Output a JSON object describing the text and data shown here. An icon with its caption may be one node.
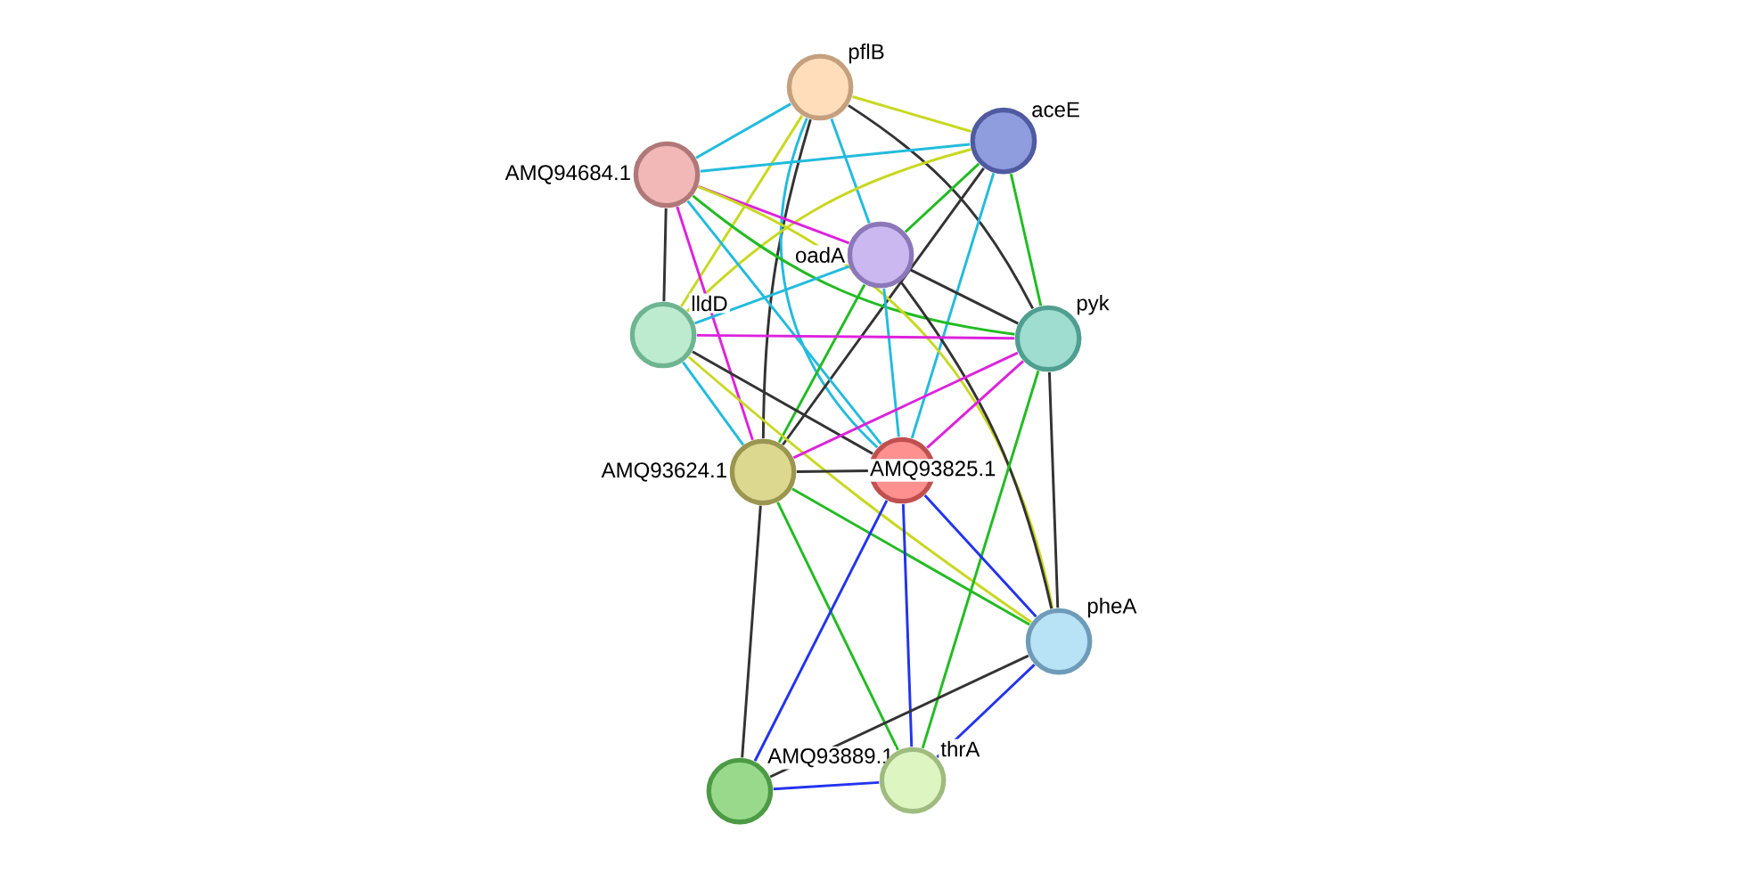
{
  "diagram": {
    "nodes": [
      {
        "text": [
          "pflB"
        ]
      },
      {
        "text": [
          "aceE"
        ]
      },
      {
        "text": [
          "AMQ94684.1"
        ]
      },
      {
        "text": [
          "oadA"
        ]
      },
      {
        "text": [
          "lldD"
        ]
      },
      {
        "text": [
          "pyk"
        ]
      },
      {
        "text": [
          "AMQ93624.1"
        ]
      },
      {
        "text": [
          "AMQ93825.1"
        ]
      },
      {
        "text": [
          "pheA"
        ]
      },
      {
        "text": [
          "AMQ93889.1"
        ]
      },
      {
        "text": [
          "thrA"
        ]
      }
    ],
    "edges": [
      {
        "from": 0,
        "to": 1,
        "arrow": "none",
        "color": "#c8d820"
      },
      {
        "from": 0,
        "to": 2,
        "arrow": "none",
        "color": "#22bbdd"
      },
      {
        "from": 0,
        "to": 3,
        "arrow": "none",
        "color": "#22bbdd"
      },
      {
        "from": 0,
        "to": 4,
        "arrow": "none",
        "color": "#c8d820"
      },
      {
        "from": 0,
        "to": 5,
        "arrow": "none",
        "color": "#333333"
      },
      {
        "from": 0,
        "to": 6,
        "arrow": "none",
        "color": "#333333"
      },
      {
        "from": 0,
        "to": 7,
        "arrow": "none",
        "color": "#22bbdd"
      },
      {
        "from": 1,
        "to": 2,
        "arrow": "none",
        "color": "#22bbdd"
      },
      {
        "from": 1,
        "to": 3,
        "arrow": "none",
        "color": "#22bb22"
      },
      {
        "from": 1,
        "to": 4,
        "arrow": "none",
        "color": "#c8d820"
      },
      {
        "from": 1,
        "to": 5,
        "arrow": "none",
        "color": "#22bb22"
      },
      {
        "from": 1,
        "to": 6,
        "arrow": "none",
        "color": "#333333"
      },
      {
        "from": 1,
        "to": 7,
        "arrow": "none",
        "color": "#22bbdd"
      },
      {
        "from": 2,
        "to": 3,
        "arrow": "none",
        "color": "#dd22dd"
      },
      {
        "from": 2,
        "to": 4,
        "arrow": "none",
        "color": "#333333"
      },
      {
        "from": 2,
        "to": 5,
        "arrow": "none",
        "color": "#22bb22"
      },
      {
        "from": 2,
        "to": 6,
        "arrow": "none",
        "color": "#dd22dd"
      },
      {
        "from": 2,
        "to": 7,
        "arrow": "none",
        "color": "#22bbdd"
      },
      {
        "from": 2,
        "to": 8,
        "arrow": "none",
        "color": "#c8d820"
      },
      {
        "from": 3,
        "to": 4,
        "arrow": "none",
        "color": "#22bbdd"
      },
      {
        "from": 3,
        "to": 5,
        "arrow": "none",
        "color": "#333333"
      },
      {
        "from": 3,
        "to": 6,
        "arrow": "none",
        "color": "#22bb22"
      },
      {
        "from": 3,
        "to": 7,
        "arrow": "none",
        "color": "#22bbdd"
      },
      {
        "from": 3,
        "to": 8,
        "arrow": "none",
        "color": "#333333"
      },
      {
        "from": 4,
        "to": 5,
        "arrow": "none",
        "color": "#dd22dd"
      },
      {
        "from": 4,
        "to": 6,
        "arrow": "none",
        "color": "#22bbdd"
      },
      {
        "from": 4,
        "to": 7,
        "arrow": "none",
        "color": "#333333"
      },
      {
        "from": 4,
        "to": 8,
        "arrow": "none",
        "color": "#c8d820"
      },
      {
        "from": 5,
        "to": 6,
        "arrow": "none",
        "color": "#dd22dd"
      },
      {
        "from": 5,
        "to": 7,
        "arrow": "none",
        "color": "#dd22dd"
      },
      {
        "from": 5,
        "to": 8,
        "arrow": "none",
        "color": "#333333"
      },
      {
        "from": 5,
        "to": 10,
        "arrow": "none",
        "color": "#22bb22"
      },
      {
        "from": 6,
        "to": 7,
        "arrow": "none",
        "color": "#333333"
      },
      {
        "from": 6,
        "to": 8,
        "arrow": "none",
        "color": "#22bb22"
      },
      {
        "from": 6,
        "to": 9,
        "arrow": "none",
        "color": "#333333"
      },
      {
        "from": 6,
        "to": 10,
        "arrow": "none",
        "color": "#22bb22"
      },
      {
        "from": 7,
        "to": 8,
        "arrow": "none",
        "color": "#2233ee"
      },
      {
        "from": 7,
        "to": 9,
        "arrow": "none",
        "color": "#2233ee"
      },
      {
        "from": 7,
        "to": 10,
        "arrow": "none",
        "color": "#2233ee"
      },
      {
        "from": 8,
        "to": 9,
        "arrow": "none",
        "color": "#333333"
      },
      {
        "from": 8,
        "to": 10,
        "arrow": "none",
        "color": "#2233ee"
      },
      {
        "from": 9,
        "to": 10,
        "arrow": "none",
        "color": "#2233ee"
      }
    ]
  }
}
